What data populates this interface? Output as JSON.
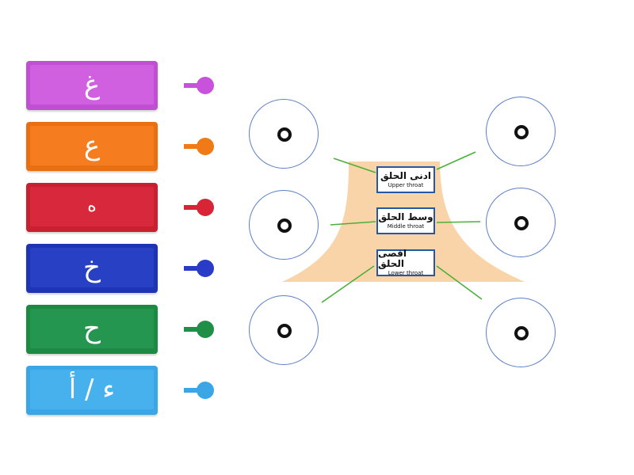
{
  "letters": [
    {
      "text": "غ",
      "color": "#c04fd4",
      "inner": "#d060e0",
      "dot": "#c852dc"
    },
    {
      "text": "ع",
      "color": "#e86f12",
      "inner": "#f57d1f",
      "dot": "#f07a15"
    },
    {
      "text": "ه",
      "color": "#c81f31",
      "inner": "#d8293c",
      "dot": "#d72537"
    },
    {
      "text": "خ",
      "color": "#1f34b4",
      "inner": "#2840c4",
      "dot": "#2a3bc8"
    },
    {
      "text": "ح",
      "color": "#1d8a44",
      "inner": "#249650",
      "dot": "#1f8e47"
    },
    {
      "text": "ء / أ",
      "color": "#3aa6e6",
      "inner": "#47b1ee",
      "dot": "#3aa6e6"
    }
  ],
  "throat_labels": {
    "upper": {
      "arabic": "ادنى الحلق",
      "english": "Upper throat"
    },
    "middle": {
      "arabic": "وسط الحلق",
      "english": "Middle throat"
    },
    "lower": {
      "arabic": "اقصى الحلق",
      "english": "Lower throat"
    }
  },
  "colors": {
    "throat_fill": "#f9d4a8",
    "connector_line": "#4caf3a",
    "label_border": "#2458a6",
    "target_border": "#5b7fc7"
  }
}
